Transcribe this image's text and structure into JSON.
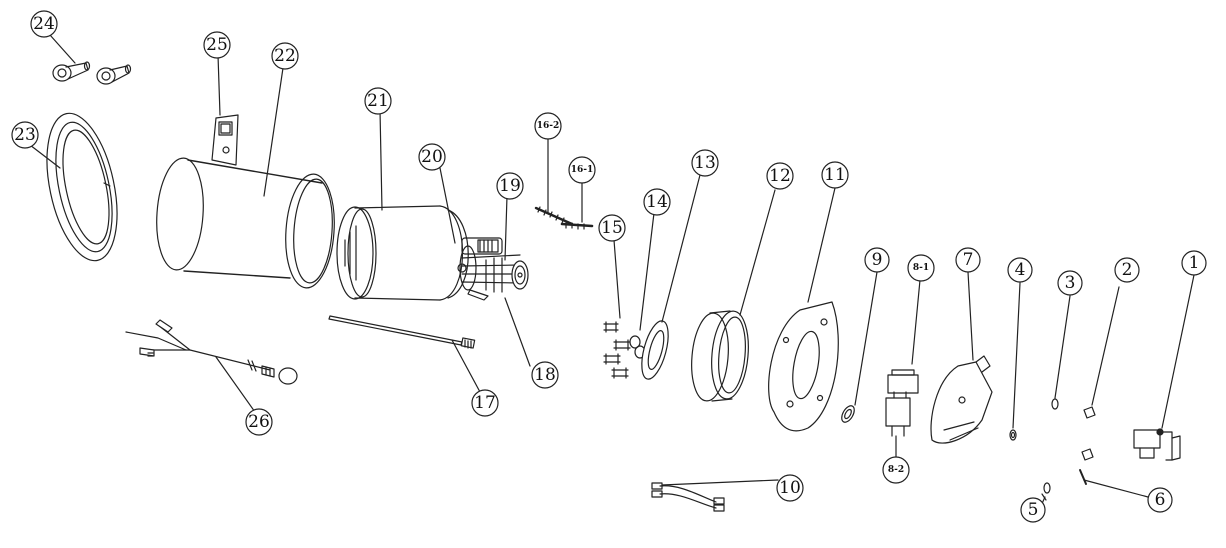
{
  "diagram": {
    "labels": [
      {
        "id": "1",
        "text": "1"
      },
      {
        "id": "2",
        "text": "2"
      },
      {
        "id": "3",
        "text": "3"
      },
      {
        "id": "4",
        "text": "4"
      },
      {
        "id": "5",
        "text": "5"
      },
      {
        "id": "6",
        "text": "6"
      },
      {
        "id": "7",
        "text": "7"
      },
      {
        "id": "8-1",
        "text": "8-1"
      },
      {
        "id": "8-2",
        "text": "8-2"
      },
      {
        "id": "9",
        "text": "9"
      },
      {
        "id": "10",
        "text": "10"
      },
      {
        "id": "11",
        "text": "11"
      },
      {
        "id": "12",
        "text": "12"
      },
      {
        "id": "13",
        "text": "13"
      },
      {
        "id": "14",
        "text": "14"
      },
      {
        "id": "15",
        "text": "15"
      },
      {
        "id": "16-1",
        "text": "16-1"
      },
      {
        "id": "16-2",
        "text": "16-2"
      },
      {
        "id": "17",
        "text": "17"
      },
      {
        "id": "18",
        "text": "18"
      },
      {
        "id": "19",
        "text": "19"
      },
      {
        "id": "20",
        "text": "20"
      },
      {
        "id": "21",
        "text": "21"
      },
      {
        "id": "22",
        "text": "22"
      },
      {
        "id": "23",
        "text": "23"
      },
      {
        "id": "24",
        "text": "24"
      },
      {
        "id": "25",
        "text": "25"
      },
      {
        "id": "26",
        "text": "26"
      }
    ]
  }
}
